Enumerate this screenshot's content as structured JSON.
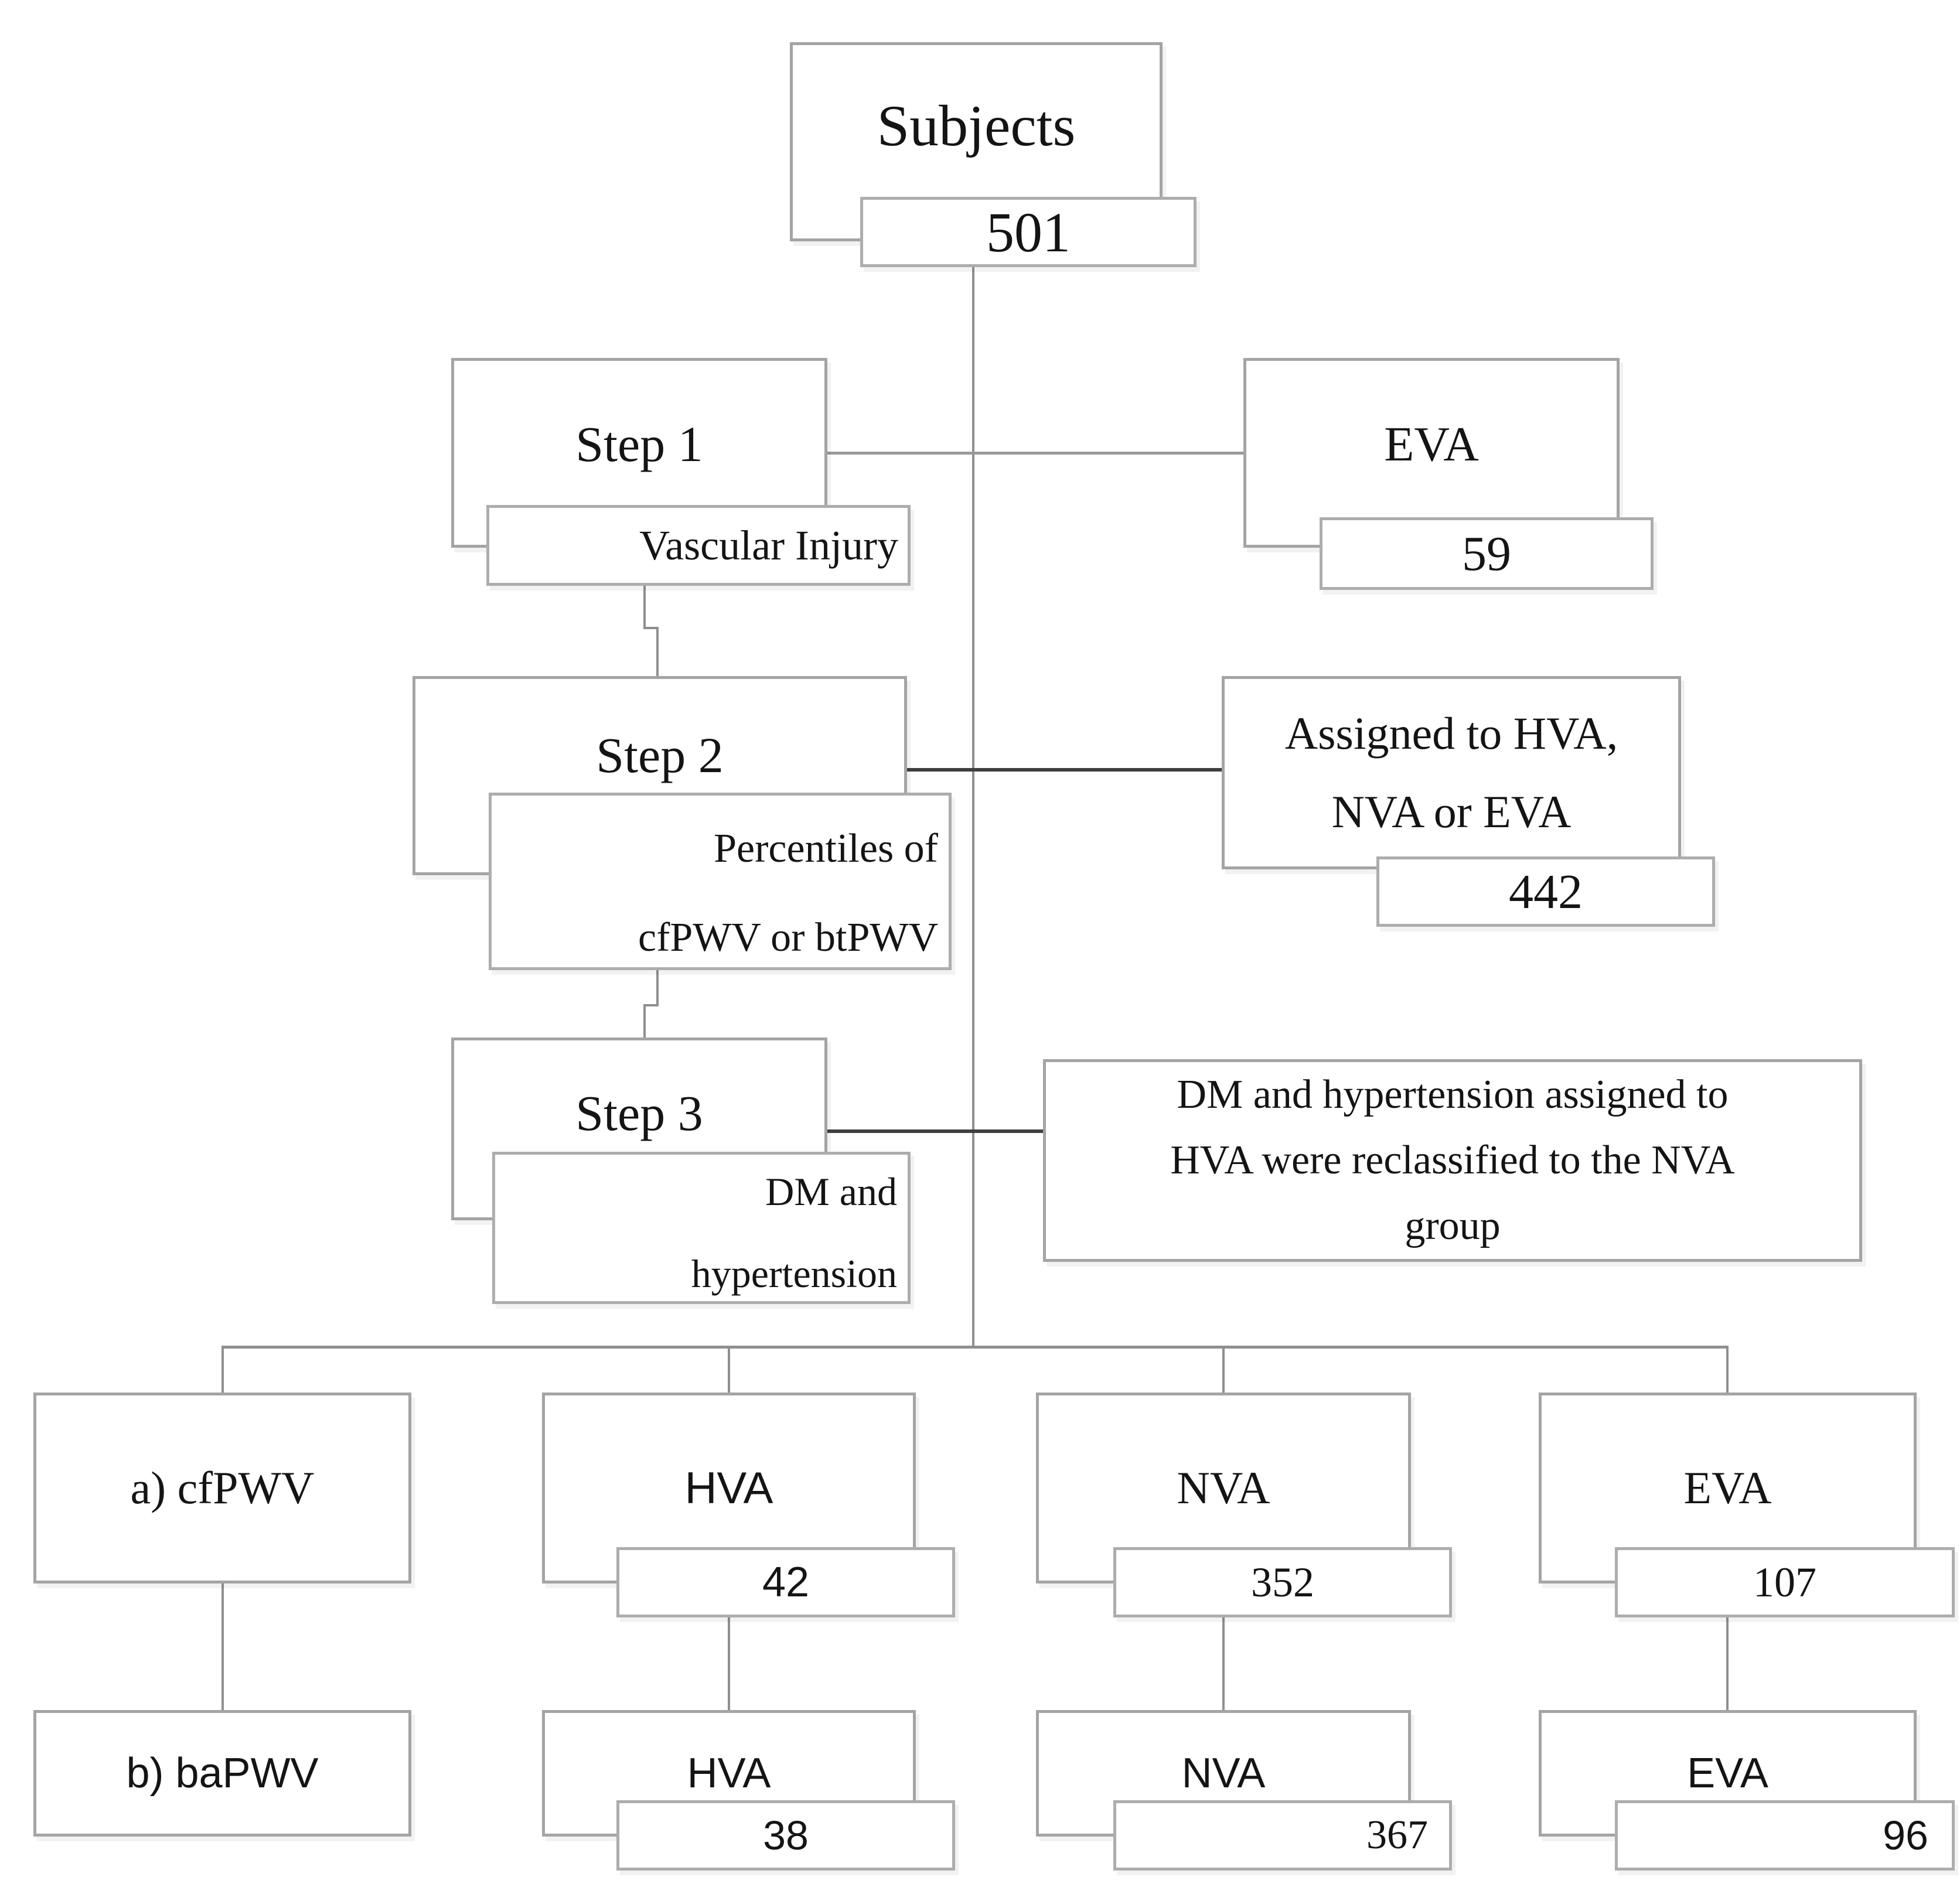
{
  "colors": {
    "background": "#ffffff",
    "box_border": "#a4a4a4",
    "connector": "#8f8f8f",
    "connector_dark": "#3f3f3f",
    "text": "#141414"
  },
  "root": {
    "label": "Subjects",
    "count": "501"
  },
  "steps": [
    {
      "label": "Step 1",
      "sublabel_lines": [
        "Vascular Injury"
      ],
      "result": {
        "label_lines": [
          "EVA"
        ],
        "count": "59"
      }
    },
    {
      "label": "Step 2",
      "sublabel_lines": [
        "Percentiles of",
        "cfPWV or btPWV"
      ],
      "result": {
        "label_lines": [
          "Assigned to HVA,",
          "NVA or EVA"
        ],
        "count": "442"
      }
    },
    {
      "label": "Step 3",
      "sublabel_lines": [
        "DM and",
        "hypertension"
      ],
      "result": {
        "label_lines": [
          "DM and hypertension assigned to",
          "HVA were reclassified to the NVA",
          "group"
        ]
      }
    }
  ],
  "outcomes": {
    "row_a": {
      "header": "a) cfPWV",
      "groups": [
        {
          "label": "HVA",
          "count": "42"
        },
        {
          "label": "NVA",
          "count": "352"
        },
        {
          "label": "EVA",
          "count": "107"
        }
      ]
    },
    "row_b": {
      "header": "b) baPWV",
      "groups": [
        {
          "label": "HVA",
          "count": "38"
        },
        {
          "label": "NVA",
          "count": "367"
        },
        {
          "label": "EVA",
          "count": "96"
        }
      ]
    }
  }
}
